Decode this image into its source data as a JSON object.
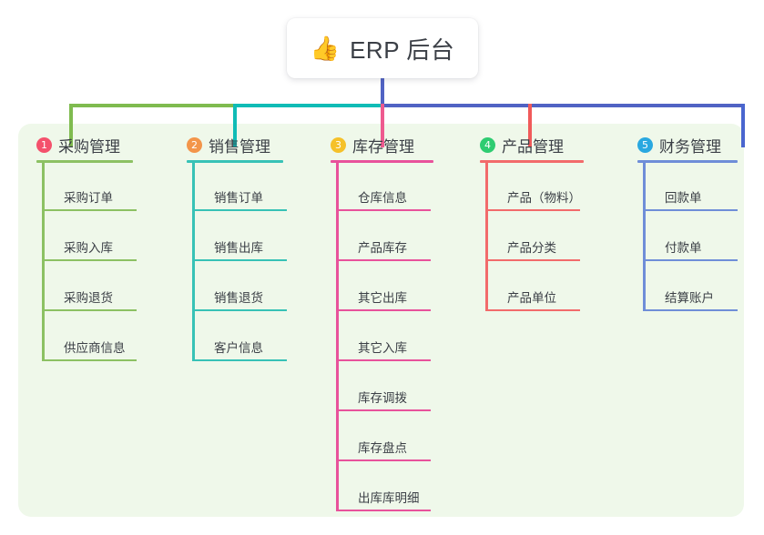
{
  "root": {
    "icon": "thumbs-up-icon",
    "icon_glyph": "👍",
    "label": "ERP 后台"
  },
  "panel": {
    "background_color": "#eff8ea"
  },
  "connectors": {
    "stem_color": "#5163c4",
    "bar_segments": [
      {
        "name": "green",
        "color": "#7fbb4f"
      },
      {
        "name": "teal",
        "color": "#10bcb6"
      },
      {
        "name": "blue",
        "color": "#5163c4"
      }
    ],
    "drop_colors": [
      "#7fbb4f",
      "#10bcb6",
      "#ee5a8f",
      "#f05a5a",
      "#4a66cf"
    ]
  },
  "columns": [
    {
      "number": "1",
      "title": "采购管理",
      "badge_color": "#f4516c",
      "accent_color": "#8cc163",
      "items": [
        {
          "label": "采购订单"
        },
        {
          "label": "采购入库"
        },
        {
          "label": "采购退货"
        },
        {
          "label": "供应商信息"
        }
      ]
    },
    {
      "number": "2",
      "title": "销售管理",
      "badge_color": "#f3954a",
      "accent_color": "#37c2b6",
      "items": [
        {
          "label": "销售订单"
        },
        {
          "label": "销售出库"
        },
        {
          "label": "销售退货"
        },
        {
          "label": "客户信息"
        }
      ]
    },
    {
      "number": "3",
      "title": "库存管理",
      "badge_color": "#f5c12a",
      "accent_color": "#e8529b",
      "items": [
        {
          "label": "仓库信息"
        },
        {
          "label": "产品库存"
        },
        {
          "label": "其它出库"
        },
        {
          "label": "其它入库"
        },
        {
          "label": "库存调拨"
        },
        {
          "label": "库存盘点"
        },
        {
          "label": "出库库明细"
        }
      ]
    },
    {
      "number": "4",
      "title": "产品管理",
      "badge_color": "#2ecc71",
      "accent_color": "#f26b6b",
      "items": [
        {
          "label": "产品（物料）"
        },
        {
          "label": "产品分类"
        },
        {
          "label": "产品单位"
        }
      ]
    },
    {
      "number": "5",
      "title": "财务管理",
      "badge_color": "#29a8e0",
      "accent_color": "#6f8ed8",
      "items": [
        {
          "label": "回款单"
        },
        {
          "label": "付款单"
        },
        {
          "label": "结算账户"
        }
      ]
    }
  ]
}
